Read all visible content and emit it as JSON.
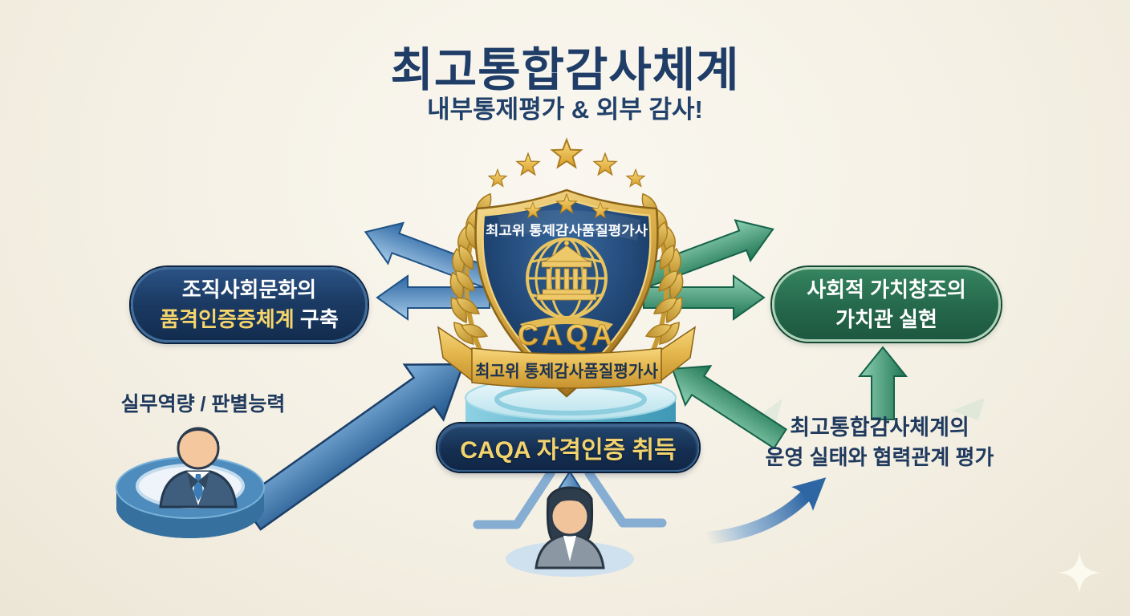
{
  "title": {
    "main": "최고통합감사체계",
    "subtitle": "내부통제평가 & 외부 감사!"
  },
  "badge": {
    "top_label": "최고위 통제감사품질평가사",
    "acronym": "CAQA",
    "ribbon_label": "최고위 통제감사품질평가사",
    "star_count": 5,
    "inner_star_count": 3
  },
  "boxes": {
    "left": {
      "line1": "조직사회문화의",
      "line2_highlight": "품격인증증체계",
      "line2_rest": " 구축"
    },
    "right": {
      "line1": "사회적 가치창조의",
      "line2": "가치관 실현"
    },
    "achievement": {
      "label": "CAQA 자격인증 취득"
    }
  },
  "labels": {
    "left_person": "실무역량 / 판별능력",
    "right_note_line1": "최고통합감사체계의",
    "right_note_line2": "운영 실태와 협력관계 평가"
  },
  "colors": {
    "background": "#f4f0e4",
    "title_navy": "#1f3d66",
    "navy_box": "#1b3a63",
    "green_box": "#266a4d",
    "gold": "#ddb04a",
    "pill_text": "#f2d36e",
    "blue_arrow": "#2c66a3",
    "green_arrow": "#1e7553",
    "podium_teal": "#7fc8dc"
  }
}
